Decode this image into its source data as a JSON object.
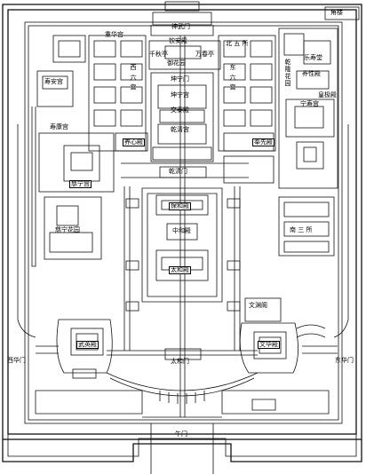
{
  "labels": {
    "shenwu_gate": "神武门",
    "jiaolou": "角楼",
    "north_wusuo": "北 五 所",
    "qinan_hall": "钦安殿",
    "yuhuayuan": "御花园",
    "kunning_gate": "坤宁门",
    "kunning_palace": "坤宁宫",
    "jiaotai_hall": "交泰殿",
    "qianqing_palace": "乾清宫",
    "yangxin_hall": "养心殿",
    "fengxian_hall": "奉先殿",
    "qianqing_gate": "乾清门",
    "baohe_hall": "保和殿",
    "zhonghe_hall": "中和殿",
    "taihe_hall": "太和殿",
    "taihe_gate": "太和门",
    "wu_gate": "午门",
    "xihua_gate": "西华门",
    "donghua_gate": "东华门",
    "wuying_hall": "武英殿",
    "wenhua_hall": "文华殿",
    "wenyuan_pavilion": "文渊阁",
    "south_sansuo": "南 三 所",
    "cining_palace": "慈宁宫",
    "cining_garden": "慈宁花园",
    "shouan_palace": "寿安宫",
    "ningshou_palace": "宁寿宫",
    "huangji_hall": "皇极殿",
    "yangxing_hall": "养性殿",
    "qianlong_garden": "乾隆花园",
    "leshou_hall": "乐寿堂",
    "west_six": "西 六 宫",
    "east_six": "东 六 宫",
    "qian_qiu_ting": "千秋亭",
    "wan_chun_ting": "万春亭",
    "chonghua_palace": "重华宫",
    "shoukang_palace": "寿康宫"
  }
}
